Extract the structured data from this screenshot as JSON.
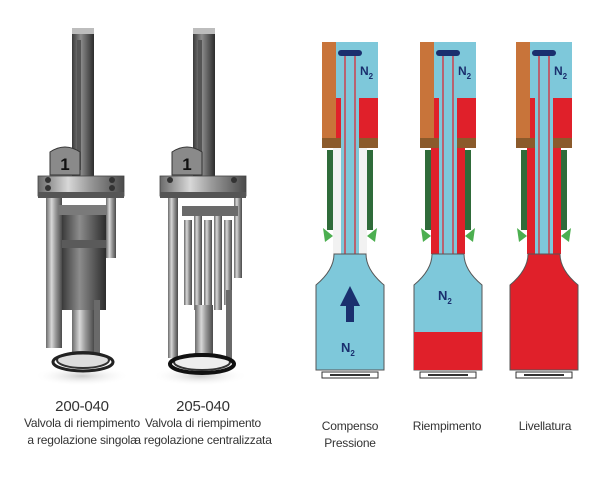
{
  "valves": [
    {
      "code": "200-040",
      "line1": "Valvola di riempimento",
      "line2": "a regolazione singola",
      "badge": "1"
    },
    {
      "code": "205-040",
      "line1": "Valvola di riempimento",
      "line2": "a regolazione centralizzata",
      "badge": "1"
    }
  ],
  "stages": [
    {
      "label_line1": "Compenso",
      "label_line2": "Pressione",
      "gas_label": "N",
      "gas_sub": "2",
      "bottle_gas_label": "N",
      "bottle_gas_sub": "2"
    },
    {
      "label_line1": "Riempimento",
      "label_line2": "",
      "gas_label": "N",
      "gas_sub": "2",
      "bottle_gas_label": "N",
      "bottle_gas_sub": "2"
    },
    {
      "label_line1": "Livellatura",
      "label_line2": "",
      "gas_label": "N",
      "gas_sub": "2"
    }
  ],
  "colors": {
    "gas": "#7ec8da",
    "liquid": "#e0202a",
    "bronze": "#c8743a",
    "seal": "#2f6b3a",
    "arrow": "#1a2f6e"
  }
}
